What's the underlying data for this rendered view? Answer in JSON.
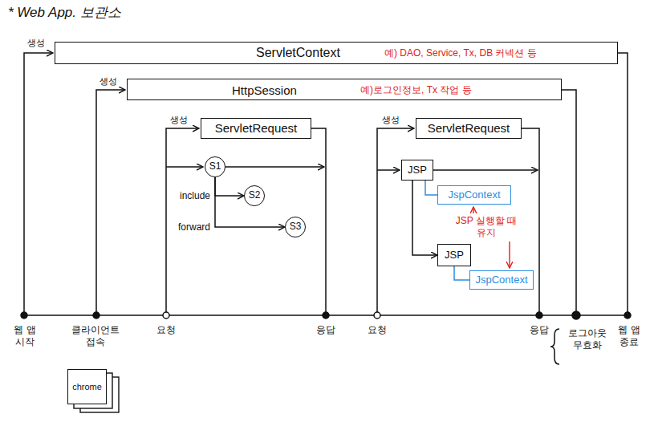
{
  "diagram": {
    "title": "* Web App. 보관소",
    "nodes": [
      {
        "text": [
          "ServletContext",
          "예) DAO, Service, Tx, DB 커넥션 등"
        ]
      },
      {
        "text": [
          "HttpSession",
          "예)로그인정보, Tx 작업 등"
        ]
      },
      {
        "text": [
          "ServletRequest"
        ]
      },
      {
        "text": [
          "S1"
        ]
      },
      {
        "text": [
          "S2"
        ]
      },
      {
        "text": [
          "S3"
        ]
      },
      {
        "text": [
          "ServletRequest"
        ]
      },
      {
        "text": [
          "JSP"
        ]
      },
      {
        "text": [
          "JspContext"
        ]
      },
      {
        "text": [
          "JSP"
        ]
      },
      {
        "text": [
          "JspContext"
        ]
      },
      {
        "text": [
          "chrome"
        ]
      }
    ],
    "edges": [
      {
        "from": 3,
        "to": 4,
        "arrow": "to",
        "label": "include"
      },
      {
        "from": 3,
        "to": 5,
        "arrow": "to",
        "label": "forward"
      },
      {
        "from": 7,
        "to": 9,
        "arrow": "to"
      },
      {
        "from": 7,
        "to": 8,
        "arrow": "none"
      },
      {
        "from": 9,
        "to": 10,
        "arrow": "none"
      }
    ],
    "labels": [
      "생성",
      "생성",
      "생성",
      "생성",
      "JSP 실행할 때 유지",
      "웹 앱 시작",
      "클라이언트 접속",
      "요청",
      "응답",
      "요청",
      "응답",
      "로그아웃 무효화",
      "웹 앱 종료"
    ]
  }
}
